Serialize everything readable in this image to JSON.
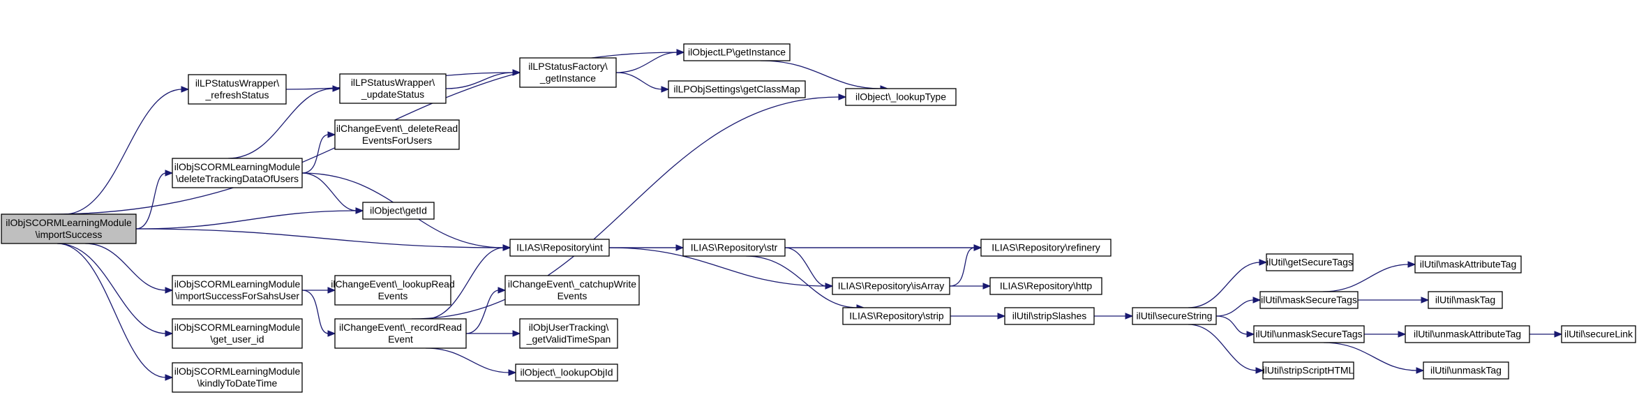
{
  "colors": {
    "edge": "#191970",
    "node_fill": "#ffffff",
    "root_fill": "#bfbfbf",
    "node_border": "#000000"
  },
  "nodes": [
    {
      "id": "root",
      "lines": [
        "ilObjSCORMLearningModule",
        "\\importSuccess"
      ],
      "root": true
    },
    {
      "id": "refreshStatus",
      "lines": [
        "ilLPStatusWrapper\\",
        "_refreshStatus"
      ]
    },
    {
      "id": "deleteTracking",
      "lines": [
        "ilObjSCORMLearningModule",
        "\\deleteTrackingDataOfUsers"
      ]
    },
    {
      "id": "importSahs",
      "lines": [
        "ilObjSCORMLearningModule",
        "\\importSuccessForSahsUser"
      ]
    },
    {
      "id": "getUserId",
      "lines": [
        "ilObjSCORMLearningModule",
        "\\get_user_id"
      ]
    },
    {
      "id": "kindly",
      "lines": [
        "ilObjSCORMLearningModule",
        "\\kindlyToDateTime"
      ]
    },
    {
      "id": "updateStatus",
      "lines": [
        "ilLPStatusWrapper\\",
        "_updateStatus"
      ]
    },
    {
      "id": "deleteRead",
      "lines": [
        "ilChangeEvent\\_deleteRead",
        "EventsForUsers"
      ]
    },
    {
      "id": "getId",
      "lines": [
        "ilObject\\getId"
      ]
    },
    {
      "id": "lookupRead",
      "lines": [
        "ilChangeEvent\\_lookupRead",
        "Events"
      ]
    },
    {
      "id": "recordRead",
      "lines": [
        "ilChangeEvent\\_recordRead",
        "Event"
      ]
    },
    {
      "id": "factory",
      "lines": [
        "ilLPStatusFactory\\",
        "_getInstance"
      ]
    },
    {
      "id": "repoInt",
      "lines": [
        "ILIAS\\Repository\\int"
      ]
    },
    {
      "id": "catchup",
      "lines": [
        "ilChangeEvent\\_catchupWrite",
        "Events"
      ]
    },
    {
      "id": "validTime",
      "lines": [
        "ilObjUserTracking\\",
        "_getValidTimeSpan"
      ]
    },
    {
      "id": "lookupObjId",
      "lines": [
        "ilObject\\_lookupObjId"
      ]
    },
    {
      "id": "lpGetInstance",
      "lines": [
        "ilObjectLP\\getInstance"
      ]
    },
    {
      "id": "classMap",
      "lines": [
        "ilLPObjSettings\\getClassMap"
      ]
    },
    {
      "id": "repoStr",
      "lines": [
        "ILIAS\\Repository\\str"
      ]
    },
    {
      "id": "repoStrip",
      "lines": [
        "ILIAS\\Repository\\strip"
      ]
    },
    {
      "id": "lookupType",
      "lines": [
        "ilObject\\_lookupType"
      ]
    },
    {
      "id": "isArray",
      "lines": [
        "ILIAS\\Repository\\isArray"
      ]
    },
    {
      "id": "refinery",
      "lines": [
        "ILIAS\\Repository\\refinery"
      ]
    },
    {
      "id": "http",
      "lines": [
        "ILIAS\\Repository\\http"
      ]
    },
    {
      "id": "stripSlashes",
      "lines": [
        "ilUtil\\stripSlashes"
      ]
    },
    {
      "id": "secureString",
      "lines": [
        "ilUtil\\secureString"
      ]
    },
    {
      "id": "getSecureTags",
      "lines": [
        "ilUtil\\getSecureTags"
      ]
    },
    {
      "id": "maskSecureTags",
      "lines": [
        "ilUtil\\maskSecureTags"
      ]
    },
    {
      "id": "unmaskSecureTags",
      "lines": [
        "ilUtil\\unmaskSecureTags"
      ]
    },
    {
      "id": "stripScript",
      "lines": [
        "ilUtil\\stripScriptHTML"
      ]
    },
    {
      "id": "maskAttr",
      "lines": [
        "ilUtil\\maskAttributeTag"
      ]
    },
    {
      "id": "maskTag",
      "lines": [
        "ilUtil\\maskTag"
      ]
    },
    {
      "id": "unmaskAttr",
      "lines": [
        "ilUtil\\unmaskAttributeTag"
      ]
    },
    {
      "id": "unmaskTag",
      "lines": [
        "ilUtil\\unmaskTag"
      ]
    },
    {
      "id": "secureLink",
      "lines": [
        "ilUtil\\secureLink"
      ]
    }
  ],
  "edges": [
    [
      "root",
      "refreshStatus"
    ],
    [
      "root",
      "deleteTracking"
    ],
    [
      "root",
      "importSahs"
    ],
    [
      "root",
      "getUserId"
    ],
    [
      "root",
      "kindly"
    ],
    [
      "root",
      "getId"
    ],
    [
      "root",
      "repoInt"
    ],
    [
      "root",
      "lpGetInstance"
    ],
    [
      "refreshStatus",
      "factory"
    ],
    [
      "deleteTracking",
      "updateStatus"
    ],
    [
      "deleteTracking",
      "deleteRead"
    ],
    [
      "deleteTracking",
      "getId"
    ],
    [
      "deleteTracking",
      "repoInt"
    ],
    [
      "importSahs",
      "lookupRead"
    ],
    [
      "importSahs",
      "recordRead"
    ],
    [
      "updateStatus",
      "factory"
    ],
    [
      "recordRead",
      "repoInt"
    ],
    [
      "recordRead",
      "catchup"
    ],
    [
      "recordRead",
      "validTime"
    ],
    [
      "recordRead",
      "lookupObjId"
    ],
    [
      "recordRead",
      "lookupType"
    ],
    [
      "factory",
      "lpGetInstance"
    ],
    [
      "factory",
      "classMap"
    ],
    [
      "lpGetInstance",
      "lookupType"
    ],
    [
      "repoInt",
      "repoStr"
    ],
    [
      "repoInt",
      "refinery"
    ],
    [
      "repoInt",
      "isArray"
    ],
    [
      "repoStr",
      "refinery"
    ],
    [
      "repoStr",
      "isArray"
    ],
    [
      "repoStr",
      "repoStrip"
    ],
    [
      "isArray",
      "refinery"
    ],
    [
      "isArray",
      "http"
    ],
    [
      "repoStrip",
      "stripSlashes"
    ],
    [
      "stripSlashes",
      "secureString"
    ],
    [
      "secureString",
      "getSecureTags"
    ],
    [
      "secureString",
      "maskSecureTags"
    ],
    [
      "secureString",
      "unmaskSecureTags"
    ],
    [
      "secureString",
      "stripScript"
    ],
    [
      "maskSecureTags",
      "maskAttr"
    ],
    [
      "maskSecureTags",
      "maskTag"
    ],
    [
      "unmaskSecureTags",
      "unmaskAttr"
    ],
    [
      "unmaskSecureTags",
      "unmaskTag"
    ],
    [
      "unmaskAttr",
      "secureLink"
    ]
  ]
}
